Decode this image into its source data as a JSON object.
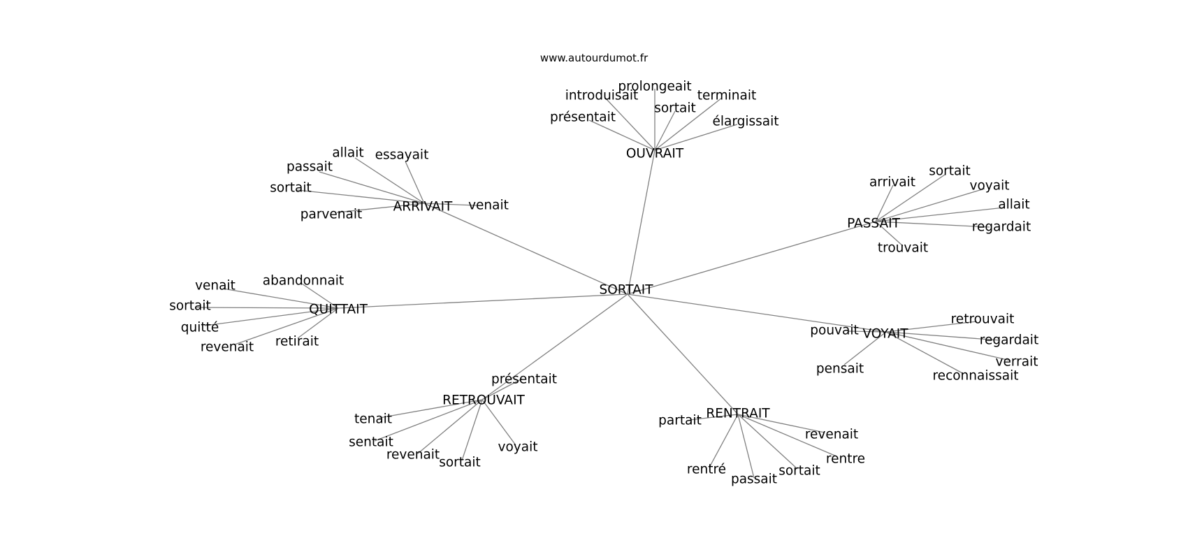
{
  "site": "www.autourdumot.fr",
  "graph": {
    "center": "SORTAIT",
    "clusters": [
      {
        "label": "OUVRAIT",
        "leaves": [
          "prolongeait",
          "introduisait",
          "terminait",
          "sortait",
          "présentait",
          "élargissait"
        ]
      },
      {
        "label": "ARRIVAIT",
        "leaves": [
          "allait",
          "essayait",
          "passait",
          "sortait",
          "venait",
          "parvenait"
        ]
      },
      {
        "label": "PASSAIT",
        "leaves": [
          "sortait",
          "arrivait",
          "voyait",
          "allait",
          "regardait",
          "trouvait"
        ]
      },
      {
        "label": "QUITTAIT",
        "leaves": [
          "abandonnait",
          "venait",
          "sortait",
          "quitté",
          "revenait",
          "retirait"
        ]
      },
      {
        "label": "VOYAIT",
        "leaves": [
          "retrouvait",
          "pouvait",
          "regardait",
          "verrait",
          "pensait",
          "reconnaissait"
        ]
      },
      {
        "label": "RETROUVAIT",
        "leaves": [
          "présentait",
          "tenait",
          "sentait",
          "revenait",
          "sortait",
          "voyait"
        ]
      },
      {
        "label": "RENTRAIT",
        "leaves": [
          "partait",
          "revenait",
          "rentre",
          "sortait",
          "rentré",
          "passait"
        ]
      }
    ]
  }
}
